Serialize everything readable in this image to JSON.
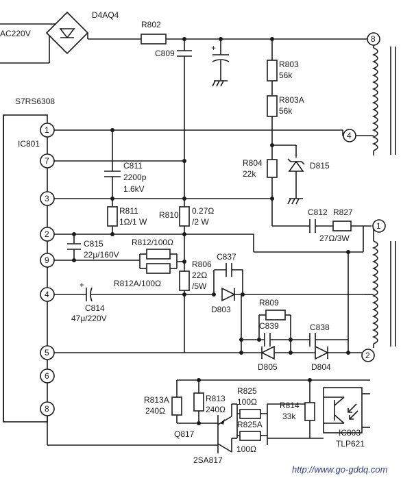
{
  "labels": {
    "ac_input": "AC220V",
    "bridge": "D4AQ4",
    "ic_model": "S7RS6308",
    "ic_ref": "IC801",
    "r802": "R802",
    "c809": "C809",
    "r803": "R803",
    "r803_val": "56k",
    "r803a": "R803A",
    "r803a_val": "56k",
    "r804": "R804",
    "r804_val": "22k",
    "d815": "D815",
    "c811": "C811",
    "c811_val1": "2200p",
    "c811_val2": "1.6kV",
    "r811": "R811",
    "r811_val": "1Ω/1 W",
    "r810": "R810",
    "r810_val1": "0.27Ω",
    "r810_val2": "/2 W",
    "c812": "C812",
    "r827": "R827",
    "r827_val": "27Ω/3W",
    "c815": "C815",
    "c815_val": "22μ/160V",
    "r812": "R812/100Ω",
    "r812a": "R812A/100Ω",
    "r806": "R806",
    "r806_val1": "22Ω",
    "r806_val2": "/5W",
    "c837": "C837",
    "c814": "C814",
    "c814_val": "47μ/220V",
    "d803": "D803",
    "r809": "R809",
    "c839": "C839",
    "c838": "C838",
    "d805": "D805",
    "d804": "D804",
    "r813a": "R813A",
    "r813a_val": "240Ω",
    "r813": "R813",
    "r813_val": "240Ω",
    "r825": "R825",
    "r825_val": "100Ω",
    "r825a": "R825A",
    "r825a_val": "100Ω",
    "r814": "R814",
    "r814_val": "33k",
    "q817": "Q817",
    "q817_model": "2SA817",
    "ic803": "IC803",
    "ic803_model": "TLP621",
    "watermark": "http://www.go-gddq.com"
  },
  "ic_pins": [
    "1",
    "7",
    "3",
    "2",
    "9",
    "4",
    "5",
    "6",
    "8"
  ],
  "transformer_pins": {
    "t8": "8",
    "t4": "4",
    "t1": "1",
    "t2": "2"
  }
}
